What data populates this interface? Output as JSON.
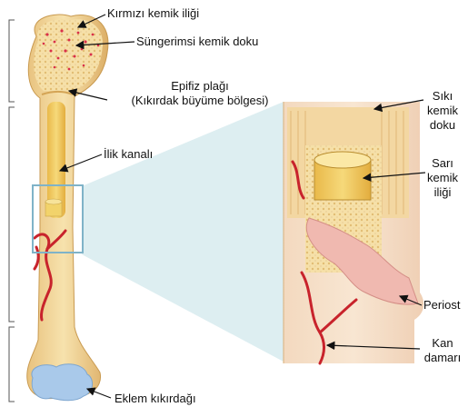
{
  "labels": {
    "kirmizi_kemik_iligi": "Kırmızı kemik iliği",
    "sungerimsi_kemik_doku": "Süngerimsi kemik doku",
    "epifiz_plagi": "Epifiz plağı",
    "kikirdak_buyume": "(Kıkırdak büyüme bölgesi)",
    "ilik_kanali": "İlik kanalı",
    "siki_1": "Sıkı",
    "siki_2": "kemik",
    "siki_3": "doku",
    "sari_1": "Sarı",
    "sari_2": "kemik",
    "sari_3": "iliği",
    "periost": "Periost",
    "kan_1": "Kan",
    "kan_2": "damarı",
    "eklem_kikirdagi": "Eklem kıkırdağı"
  },
  "colors": {
    "bone": "#f3d79a",
    "spongy": "#f6e3b0",
    "marrow_red": "#d9304a",
    "yellow_marrow": "#f2d36b",
    "vessel": "#c8232c",
    "cartilage": "#a9c9ea",
    "periosteum": "#f0b9b0",
    "highlight_box": "#7fb3c8",
    "zoom_fill": "#c9e6ea"
  }
}
